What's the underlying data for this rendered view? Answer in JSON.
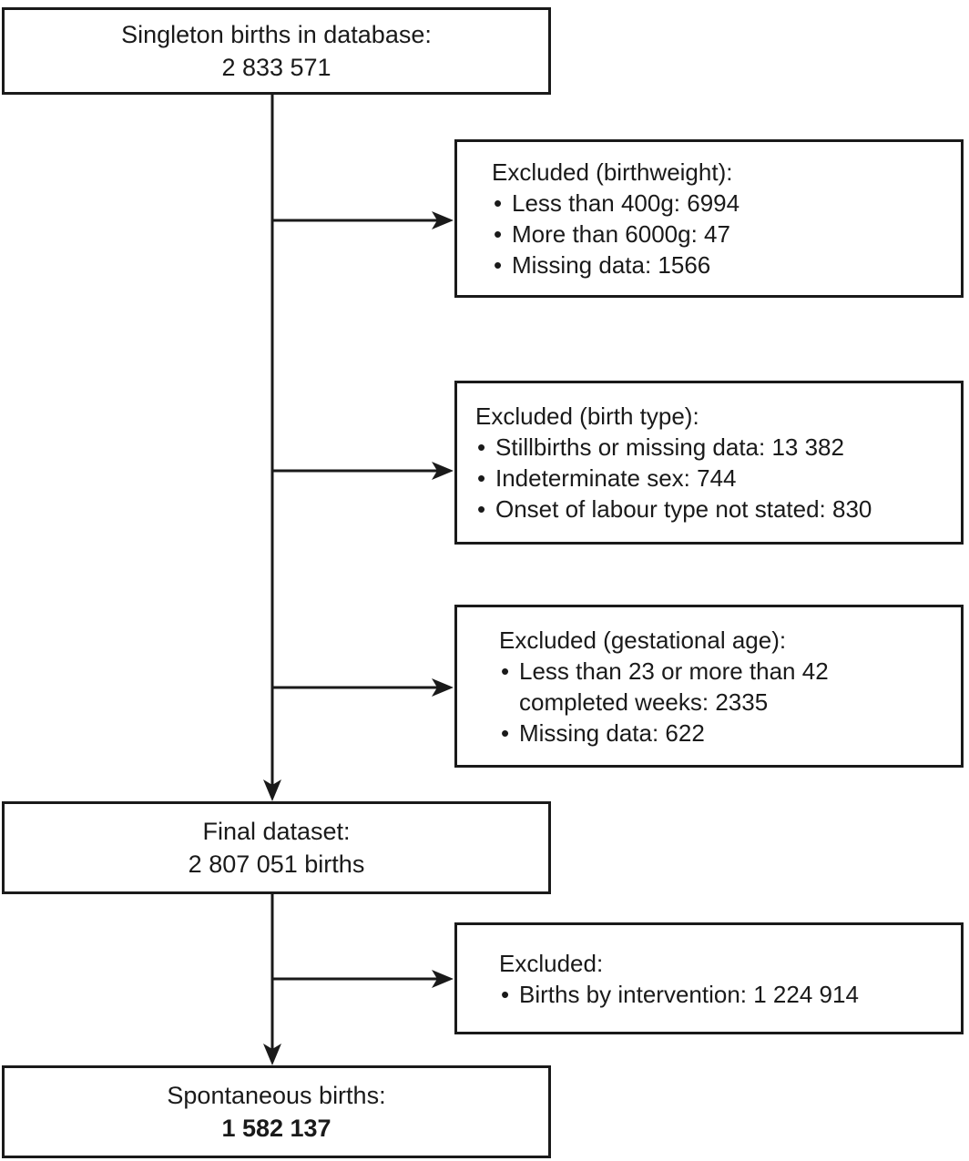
{
  "flow": {
    "top_box": {
      "line1": "Singleton births in database:",
      "line2": "2 833 571"
    },
    "final_box": {
      "line1": "Final dataset:",
      "line2": "2 807 051 births"
    },
    "spontaneous_box": {
      "line1": "Spontaneous births:",
      "line2": "1 582 137"
    },
    "exclusions": [
      {
        "title": "Excluded (birthweight):",
        "items": [
          "Less than 400g: 6994",
          "More than 6000g: 47",
          "Missing data: 1566"
        ]
      },
      {
        "title": "Excluded (birth type):",
        "items": [
          "Stillbirths or missing data: 13 382",
          "Indeterminate sex: 744",
          "Onset of labour type not stated: 830"
        ]
      },
      {
        "title": "Excluded (gestational age):",
        "items": [
          "Less than 23 or more than 42 completed weeks: 2335",
          "Missing data: 622"
        ]
      },
      {
        "title": "Excluded:",
        "items": [
          "Births by intervention: 1 224 914"
        ]
      }
    ],
    "colors": {
      "line": "#1a1a1a",
      "text": "#1a1a1a",
      "background": "#ffffff"
    }
  }
}
